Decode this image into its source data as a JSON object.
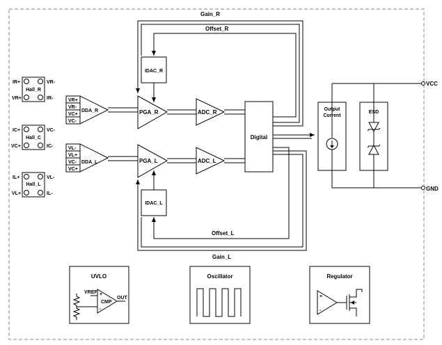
{
  "blocks": {
    "hall_r": {
      "name": "Hall_R",
      "pins": [
        "IR+",
        "VR-",
        "VR+",
        "IR-"
      ]
    },
    "hall_c": {
      "name": "Hall_C",
      "pins": [
        "IC+",
        "VC-",
        "VC+",
        "IC-"
      ]
    },
    "hall_l": {
      "name": "Hall_L",
      "pins": [
        "IL+",
        "VL-",
        "VL+",
        "IL-"
      ]
    },
    "dda_r": {
      "name": "DDA_R",
      "inputs": [
        "VR+",
        "VR-",
        "VC+",
        "VC-"
      ]
    },
    "dda_l": {
      "name": "DDA_L",
      "inputs": [
        "VL-",
        "VL+",
        "VC-",
        "VC+"
      ]
    },
    "pga_r": "PGA_R",
    "pga_l": "PGA_L",
    "adc_r": "ADC_R",
    "adc_l": "ADC_L",
    "idac_r": "IDAC_R",
    "idac_l": "IDAC_L",
    "digital": "Digital",
    "output_current": [
      "Output",
      "Current"
    ],
    "esd": "ESD",
    "uvlo": {
      "title": "UVLO",
      "vref": "VREF",
      "cmp": "CMP",
      "out": "OUT",
      "plus": "+",
      "minus": "-"
    },
    "oscillator": "Oscillator",
    "regulator": {
      "title": "Regulator",
      "plus": "+",
      "minus": "-"
    }
  },
  "signals": {
    "gain_r": "Gain_R",
    "offset_r": "Offset_R",
    "offset_l": "Offset_L",
    "gain_l": "Gain_L"
  },
  "pins": {
    "vcc": "VCC",
    "gnd": "GND"
  }
}
